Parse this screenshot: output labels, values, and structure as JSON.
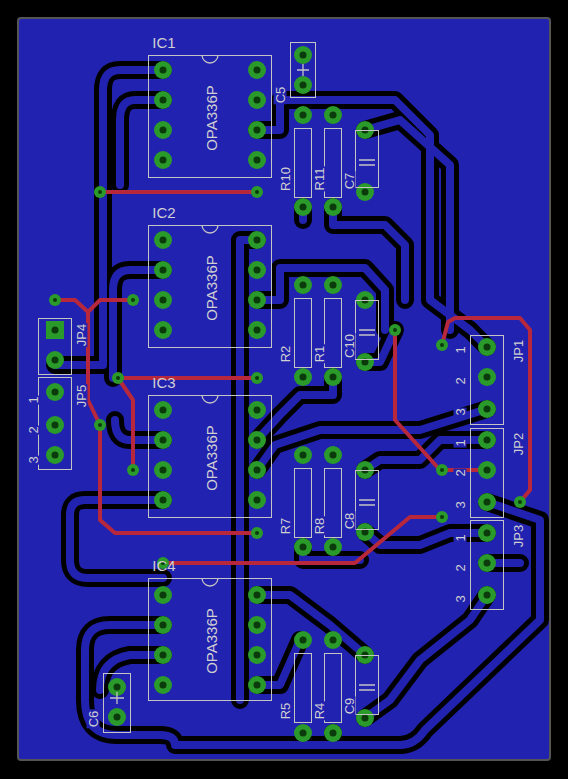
{
  "diagram": {
    "nodes": [
      {
        "text": [
          "IC1",
          "OPA336P"
        ]
      },
      {
        "text": [
          "C5"
        ]
      },
      {
        "text": [
          "R10"
        ]
      },
      {
        "text": [
          "R11"
        ]
      },
      {
        "text": [
          "C7"
        ]
      },
      {
        "text": [
          "IC2",
          "OPA336P"
        ]
      },
      {
        "text": [
          "R2"
        ]
      },
      {
        "text": [
          "R1"
        ]
      },
      {
        "text": [
          "C10"
        ]
      },
      {
        "text": [
          "JP4"
        ]
      },
      {
        "text": [
          "JP5"
        ]
      },
      {
        "text": [
          "IC3",
          "OPA336P"
        ]
      },
      {
        "text": [
          "R7"
        ]
      },
      {
        "text": [
          "R8"
        ]
      },
      {
        "text": [
          "C8"
        ]
      },
      {
        "text": [
          "IC4",
          "OPA336P"
        ]
      },
      {
        "text": [
          "R5"
        ]
      },
      {
        "text": [
          "R4"
        ]
      },
      {
        "text": [
          "C9"
        ]
      },
      {
        "text": [
          "C6"
        ]
      },
      {
        "text": [
          "JP1"
        ]
      },
      {
        "text": [
          "JP2"
        ]
      },
      {
        "text": [
          "JP3"
        ]
      }
    ],
    "labels": [
      "1",
      "2",
      "3",
      "1",
      "2",
      "3",
      "1",
      "2",
      "3",
      "1",
      "2",
      "3"
    ]
  }
}
